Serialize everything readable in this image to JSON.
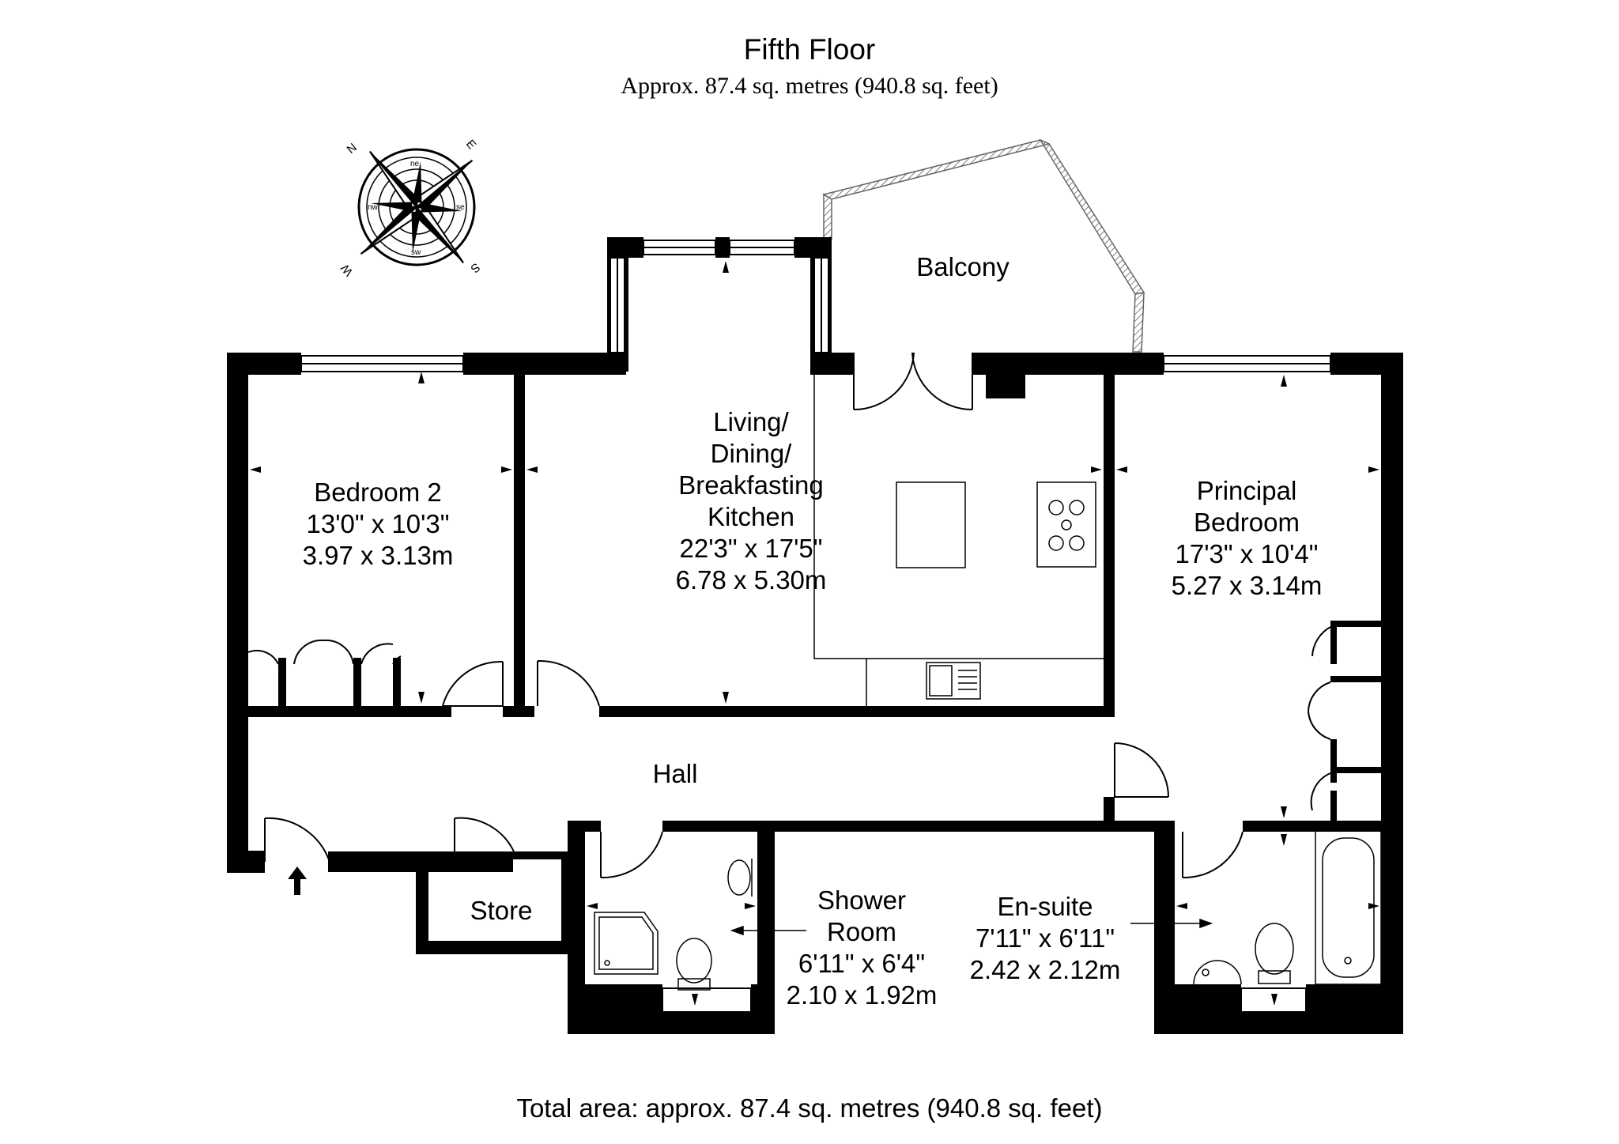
{
  "header": {
    "title": "Fifth Floor",
    "subtitle": "Approx. 87.4 sq. metres (940.8 sq. feet)"
  },
  "footer": {
    "total": "Total area: approx. 87.4 sq. metres (940.8 sq. feet)"
  },
  "compass": {
    "points": [
      "N",
      "E",
      "S",
      "W"
    ],
    "minor": [
      "ne",
      "se",
      "sw",
      "nw"
    ]
  },
  "rooms": {
    "bedroom2": {
      "name": "Bedroom 2",
      "imperial": "13'0\" x 10'3\"",
      "metric": "3.97 x 3.13m"
    },
    "living": {
      "line1": "Living/",
      "line2": "Dining/",
      "line3": "Breakfasting",
      "line4": "Kitchen",
      "imperial": "22'3\" x 17'5\"",
      "metric": "6.78 x 5.30m"
    },
    "balcony": {
      "name": "Balcony"
    },
    "principal": {
      "line1": "Principal",
      "line2": "Bedroom",
      "imperial": "17'3\" x 10'4\"",
      "metric": "5.27 x 3.14m"
    },
    "hall": {
      "name": "Hall"
    },
    "store": {
      "name": "Store"
    },
    "shower": {
      "line1": "Shower",
      "line2": "Room",
      "imperial": "6'11\" x 6'4\"",
      "metric": "2.10 x 1.92m"
    },
    "ensuite": {
      "name": "En-suite",
      "imperial": "7'11\" x 6'11\"",
      "metric": "2.42 x 2.12m"
    }
  }
}
